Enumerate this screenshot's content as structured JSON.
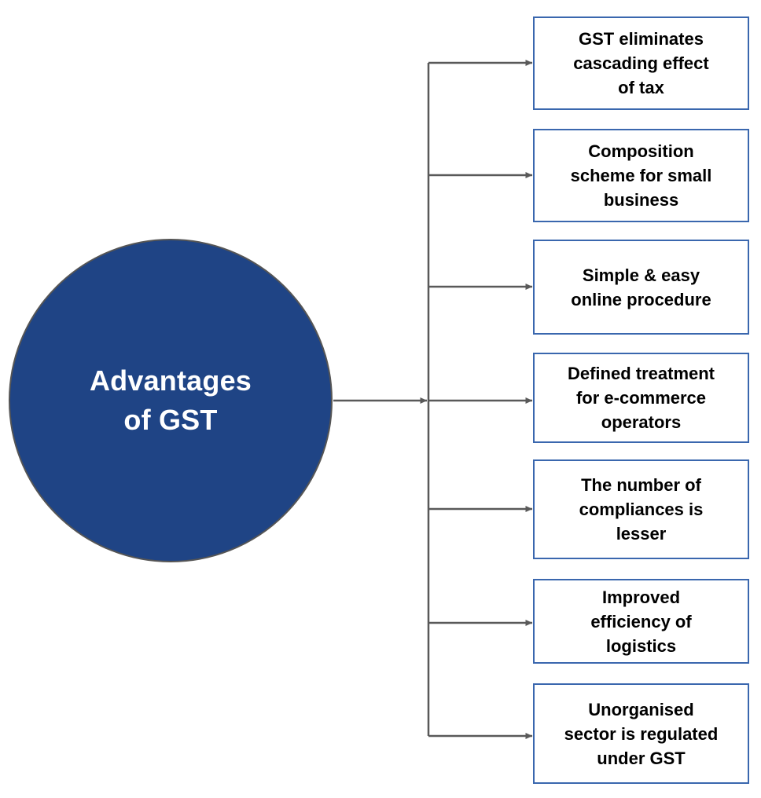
{
  "diagram": {
    "type": "hub-and-spoke-flowchart",
    "title": "Advantages of GST",
    "hub": {
      "label": "Advantages\nof GST",
      "shape": "circle",
      "fill_color": "#1F4485",
      "text_color": "#FFFFFF",
      "border_color": "#555555"
    },
    "style": {
      "box_border_color": "#3A67AE",
      "box_fill_color": "#FFFFFF",
      "box_text_color": "#000000",
      "connector_color": "#595959",
      "background_color": "#FFFFFF"
    },
    "nodes": [
      {
        "id": 1,
        "label": "GST eliminates\ncascading effect\nof tax"
      },
      {
        "id": 2,
        "label": "Composition\nscheme for small\nbusiness"
      },
      {
        "id": 3,
        "label": "Simple & easy\nonline procedure"
      },
      {
        "id": 4,
        "label": "Defined treatment\nfor e-commerce\noperators"
      },
      {
        "id": 5,
        "label": "The number of\ncompliances is\nlesser"
      },
      {
        "id": 6,
        "label": "Improved\nefficiency of\nlogistics"
      },
      {
        "id": 7,
        "label": "Unorganised\nsector is regulated\nunder GST"
      }
    ]
  }
}
